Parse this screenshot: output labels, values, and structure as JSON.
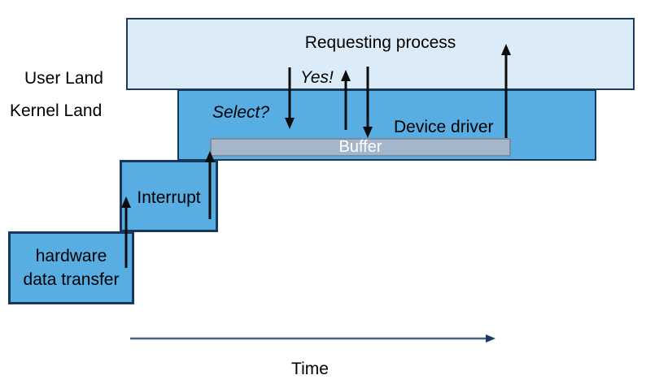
{
  "diagram": {
    "side_labels": {
      "user_land": "User Land",
      "kernel_land": "Kernel Land"
    },
    "boxes": {
      "requesting_process": "Requesting process",
      "device_driver": "Device driver",
      "buffer": "Buffer",
      "interrupt": "Interrupt",
      "hardware_line1": "hardware",
      "hardware_line2": "data transfer"
    },
    "annotations": {
      "select": "Select?",
      "yes": "Yes!"
    },
    "axis": {
      "time": "Time"
    },
    "arrows": [
      {
        "name": "select-call-arrow",
        "direction": "down"
      },
      {
        "name": "select-return-arrow",
        "direction": "up"
      },
      {
        "name": "read-request-arrow",
        "direction": "down"
      },
      {
        "name": "data-return-arrow",
        "direction": "up"
      },
      {
        "name": "interrupt-to-buffer-arrow",
        "direction": "up"
      },
      {
        "name": "hardware-to-interrupt-arrow",
        "direction": "up"
      },
      {
        "name": "time-axis-arrow",
        "direction": "right"
      }
    ],
    "colors": {
      "user_land_fill": "#dcebf8",
      "user_land_border": "#1f3a5e",
      "kernel_fill": "#58ade2",
      "kernel_border": "#17375d",
      "buffer_fill": "#a3b6cc",
      "buffer_border": "#7e8b9b",
      "buffer_text": "#ffffff",
      "diagram_arrow": "#000000",
      "time_arrow": "#46607e",
      "text": "#000000",
      "background": "#ffffff"
    }
  }
}
